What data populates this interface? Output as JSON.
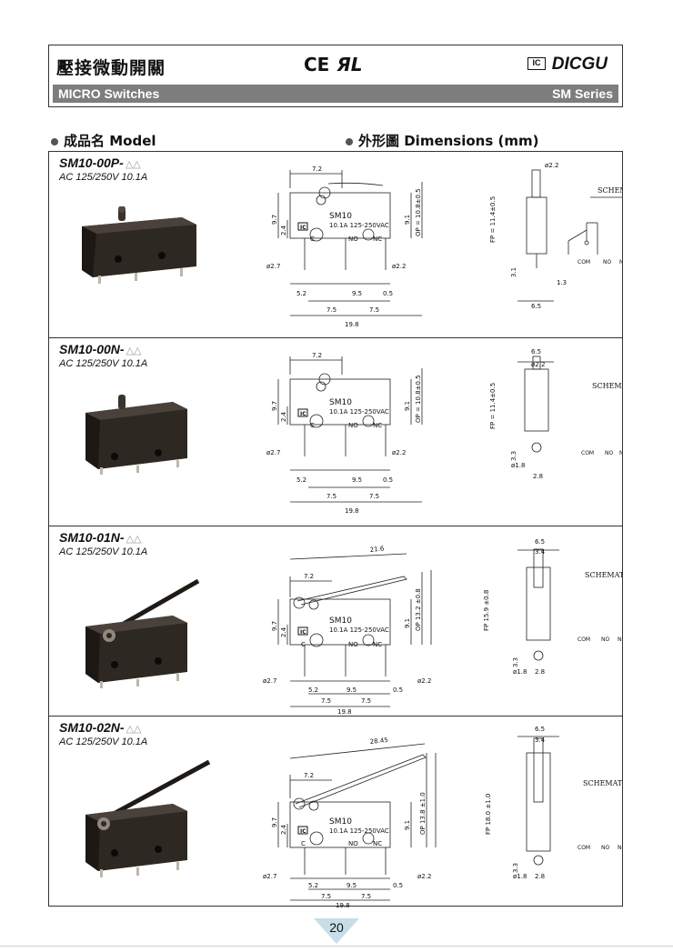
{
  "header": {
    "title_cn": "壓接微動開關",
    "marks": "CE",
    "ul_mark": "ЯL",
    "logo": "IC",
    "brand": "DICGU",
    "subtitle": "MICRO Switches",
    "series": "SM Series"
  },
  "sections": {
    "model_heading": "成品名 Model",
    "dims_heading": "外形圖 Dimensions (mm)"
  },
  "rows": [
    {
      "model": "SM10-00P-",
      "suffix": "△△",
      "rating": "AC 125/250V 10.1A"
    },
    {
      "model": "SM10-00N-",
      "suffix": "△△",
      "rating": "AC 125/250V 10.1A"
    },
    {
      "model": "SM10-01N-",
      "suffix": "△△",
      "rating": "AC 125/250V 10.1A"
    },
    {
      "model": "SM10-02N-",
      "suffix": "△△",
      "rating": "AC 125/250V 10.1A"
    }
  ],
  "drawing": {
    "body_model": "SM10",
    "body_rating": "10.1A 125-250VAC",
    "schematic": "SCHEMATIC",
    "com": "COM",
    "no": "NO",
    "nc": "NC",
    "c": "C",
    "d72": "7.2",
    "d97": "9.7",
    "d24": "2.4",
    "d91": "9.1",
    "d52": "5.2",
    "d95": "9.5",
    "d05": "0.5",
    "d75": "7.5",
    "d198": "19.8",
    "d27": "ø2.7",
    "d22": "ø2.2",
    "d18": "ø1.8",
    "d31": "3.1",
    "d33": "3.3",
    "d13": "1.3",
    "d65": "6.5",
    "d28": "2.8",
    "d34": "3.4",
    "op1": "OP = 10.8±0.5",
    "fp1": "FP = 11.4±0.5",
    "op3": "OP 13.2 ±0.8",
    "fp3": "FP 15.9 ±0.8",
    "op4": "OP 13.8 ±1.0",
    "fp4": "FP 18.0 ±1.0",
    "lever3": "21.6",
    "lever4": "28.45"
  },
  "page_number": "20"
}
